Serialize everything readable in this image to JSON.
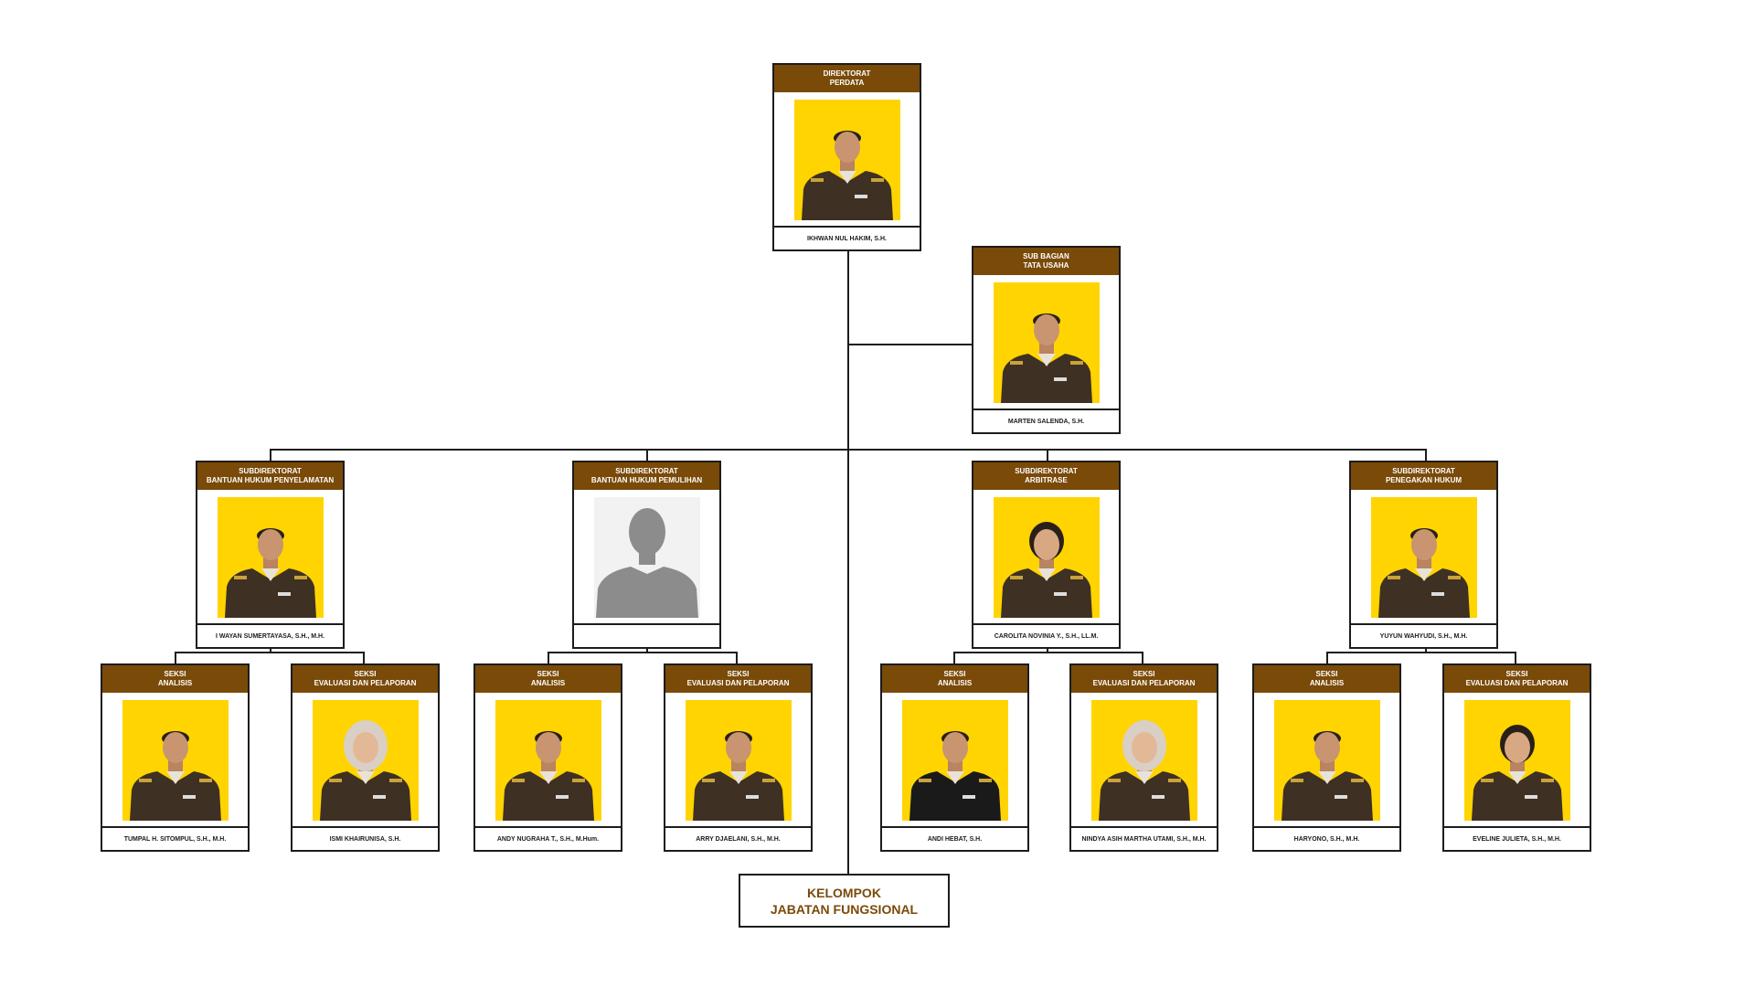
{
  "colors": {
    "header_bg": "#7a4a09",
    "header_text": "#ffffff",
    "line": "#1c1c1c",
    "photo_bg_yellow": "#ffd400",
    "uniform_brown": "#3e3022",
    "placeholder_bg": "#f2f2f2",
    "placeholder_silhouette": "#8c8c8c",
    "functional_text": "#7a4a09"
  },
  "nodes": [
    {
      "id": "direktorat-perdata",
      "title": [
        "DIREKTORAT",
        "PERDATA"
      ],
      "name": "IKHWAN NUL HAKIM, S.H.",
      "photo": "person"
    },
    {
      "id": "sub-bagian-tata-usaha",
      "title": [
        "SUB BAGIAN",
        "TATA USAHA"
      ],
      "name": "MARTEN SALENDA, S.H.",
      "photo": "person"
    },
    {
      "id": "subdit-bantuan-hukum-penyelamatan",
      "title": [
        "SUBDIREKTORAT",
        "BANTUAN HUKUM PENYELAMATAN"
      ],
      "name": "I WAYAN SUMERTAYASA, S.H., M.H.",
      "photo": "person"
    },
    {
      "id": "subdit-bantuan-hukum-pemulihan",
      "title": [
        "SUBDIREKTORAT",
        "BANTUAN HUKUM PEMULIHAN"
      ],
      "name": "",
      "photo": "placeholder"
    },
    {
      "id": "subdit-arbitrase",
      "title": [
        "SUBDIREKTORAT",
        "ARBITRASE"
      ],
      "name": "CAROLITA NOVINIA Y., S.H., LL.M.",
      "photo": "person-female"
    },
    {
      "id": "subdit-penegakan-hukum",
      "title": [
        "SUBDIREKTORAT",
        "PENEGAKAN HUKUM"
      ],
      "name": "YUYUN WAHYUDI, S.H., M.H.",
      "photo": "person"
    },
    {
      "id": "seksi-analisis-1",
      "title": [
        "SEKSI",
        "ANALISIS"
      ],
      "name": "TUMPAL H. SITOMPUL, S.H., M.H.",
      "photo": "person"
    },
    {
      "id": "seksi-evaluasi-1",
      "title": [
        "SEKSI",
        "EVALUASI DAN PELAPORAN"
      ],
      "name": "ISMI KHAIRUNISA, S.H.",
      "photo": "person-hijab"
    },
    {
      "id": "seksi-analisis-2",
      "title": [
        "SEKSI",
        "ANALISIS"
      ],
      "name": "ANDY NUGRAHA T., S.H., M.Hum.",
      "photo": "person"
    },
    {
      "id": "seksi-evaluasi-2",
      "title": [
        "SEKSI",
        "EVALUASI DAN PELAPORAN"
      ],
      "name": "ARRY DJAELANI, S.H., M.H.",
      "photo": "person"
    },
    {
      "id": "seksi-analisis-3",
      "title": [
        "SEKSI",
        "ANALISIS"
      ],
      "name": "ANDI HEBAT, S.H.",
      "photo": "person-black"
    },
    {
      "id": "seksi-evaluasi-3",
      "title": [
        "SEKSI",
        "EVALUASI DAN PELAPORAN"
      ],
      "name": "NINDYA ASIH MARTHA UTAMI, S.H., M.H.",
      "photo": "person-hijab"
    },
    {
      "id": "seksi-analisis-4",
      "title": [
        "SEKSI",
        "ANALISIS"
      ],
      "name": "HARYONO, S.H., M.H.",
      "photo": "person"
    },
    {
      "id": "seksi-evaluasi-4",
      "title": [
        "SEKSI",
        "EVALUASI DAN PELAPORAN"
      ],
      "name": "EVELINE JULIETA, S.H., M.H.",
      "photo": "person-female"
    }
  ],
  "functional_group": {
    "title": [
      "KELOMPOK",
      "JABATAN FUNGSIONAL"
    ]
  }
}
